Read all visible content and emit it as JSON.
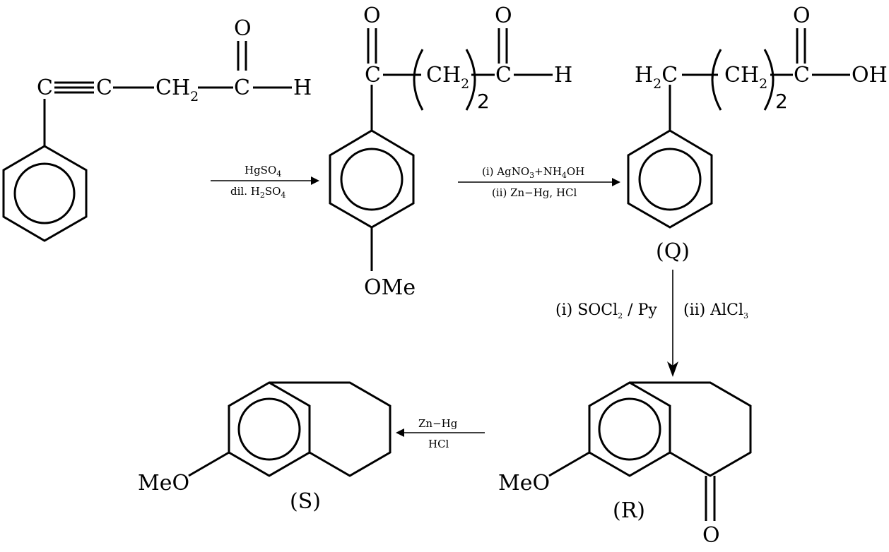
{
  "atoms": {
    "C": "C",
    "O": "O",
    "H": "H",
    "CH": "CH",
    "H2C": "H",
    "OH": "OH",
    "sub2": "2",
    "repeat2": "2",
    "OMe": "OMe",
    "MeO": "MeO"
  },
  "reagents": {
    "step1_top": "HgSO",
    "step1_top_sub": "4",
    "step1_bottom": "dil. H",
    "step1_bottom_sub": "2",
    "step1_bottom_tail": "SO",
    "step1_bottom_tail_sub": "4",
    "step2_top_a": "(i) AgNO",
    "step2_top_a_sub": "3",
    "step2_top_b": "+NH",
    "step2_top_b_sub": "4",
    "step2_top_c": "OH",
    "step2_bottom": "(ii) Zn−Hg, HCl",
    "step3_left": "(i) SOCl",
    "step3_left_sub": "2",
    "step3_left_tail": " / Py",
    "step3_right": "(ii) AlCl",
    "step3_right_sub": "3",
    "step4_top": "Zn−Hg",
    "step4_bottom": "HCl"
  },
  "labels": {
    "Q": "(Q)",
    "R": "(R)",
    "S": "(S)"
  }
}
